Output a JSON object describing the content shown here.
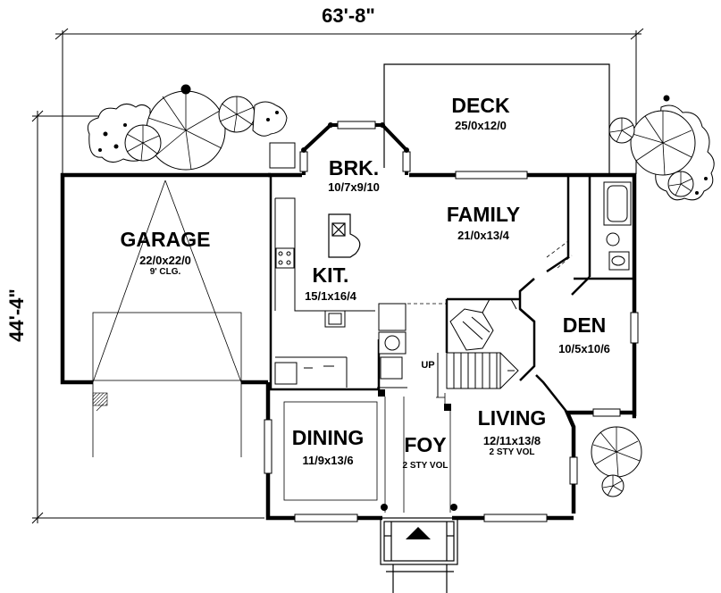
{
  "dimensions": {
    "width_label": "63'-8\"",
    "depth_label": "44'-4\""
  },
  "rooms": {
    "deck": {
      "name": "DECK",
      "size": "25/0x12/0"
    },
    "brk": {
      "name": "BRK.",
      "size": "10/7x9/10"
    },
    "family": {
      "name": "FAMILY",
      "size": "21/0x13/4"
    },
    "garage": {
      "name": "GARAGE",
      "size": "22/0x22/0",
      "note": "9' CLG."
    },
    "kit": {
      "name": "KIT.",
      "size": "15/1x16/4"
    },
    "den": {
      "name": "DEN",
      "size": "10/5x10/6"
    },
    "living": {
      "name": "LIVING",
      "size": "12/11x13/8",
      "note": "2 STY VOL"
    },
    "dining": {
      "name": "DINING",
      "size": "11/9x13/6"
    },
    "foyer": {
      "name": "FOY",
      "note": "2 STY VOL"
    }
  },
  "stairs": {
    "up_label": "UP"
  }
}
